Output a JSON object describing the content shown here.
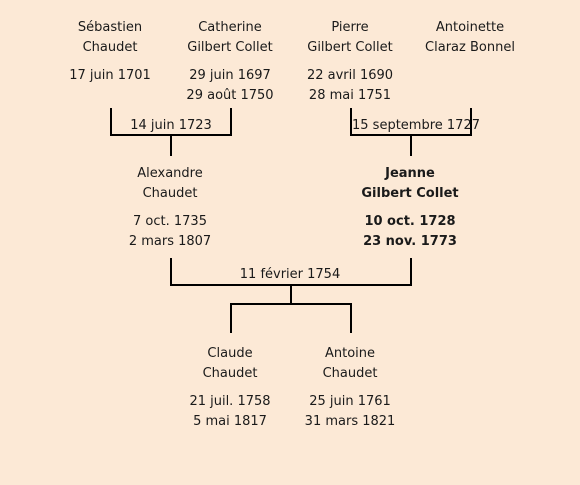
{
  "persons": {
    "sebastien": {
      "name1": "Sébastien",
      "name2": "Chaudet",
      "date1": "17 juin 1701",
      "date2": ""
    },
    "catherine": {
      "name1": "Catherine",
      "name2": "Gilbert Collet",
      "date1": "29 juin 1697",
      "date2": "29 août 1750"
    },
    "pierre": {
      "name1": "Pierre",
      "name2": "Gilbert Collet",
      "date1": "22 avril 1690",
      "date2": "28 mai 1751"
    },
    "antoinette": {
      "name1": "Antoinette",
      "name2": "Claraz Bonnel",
      "date1": "",
      "date2": ""
    },
    "alexandre": {
      "name1": "Alexandre",
      "name2": "Chaudet",
      "date1": "7 oct. 1735",
      "date2": "2 mars 1807"
    },
    "jeanne": {
      "name1": "Jeanne",
      "name2": "Gilbert Collet",
      "date1": "10 oct. 1728",
      "date2": "23 nov. 1773"
    },
    "claude": {
      "name1": "Claude",
      "name2": "Chaudet",
      "date1": "21 juil. 1758",
      "date2": "5 mai 1817"
    },
    "antoine": {
      "name1": "Antoine",
      "name2": "Chaudet",
      "date1": "25 juin 1761",
      "date2": "31 mars 1821"
    }
  },
  "marriages": {
    "sebastien_catherine": "14 juin 1723",
    "pierre_antoinette": "15 septembre 1727",
    "alexandre_jeanne": "11 février 1754"
  },
  "highlighted": "jeanne"
}
